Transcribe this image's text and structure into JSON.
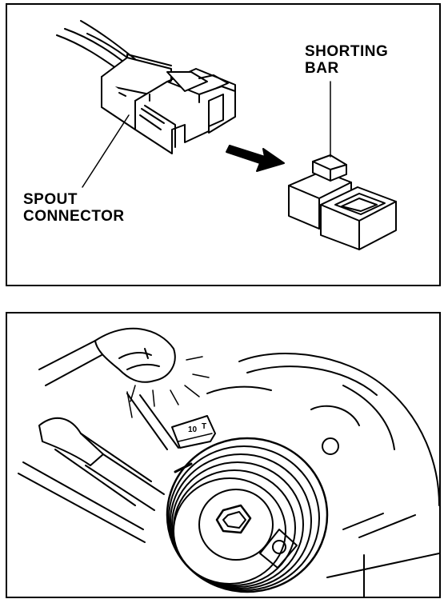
{
  "top_panel": {
    "shorting_bar_label": [
      "SHORTING",
      "BAR"
    ],
    "spout_connector_label": [
      "SPOUT",
      "CONNECTOR"
    ]
  },
  "bottom_panel": {
    "timing_marks": [
      "10",
      "T"
    ]
  },
  "colors": {
    "ink": "#000000",
    "paper": "#ffffff"
  }
}
